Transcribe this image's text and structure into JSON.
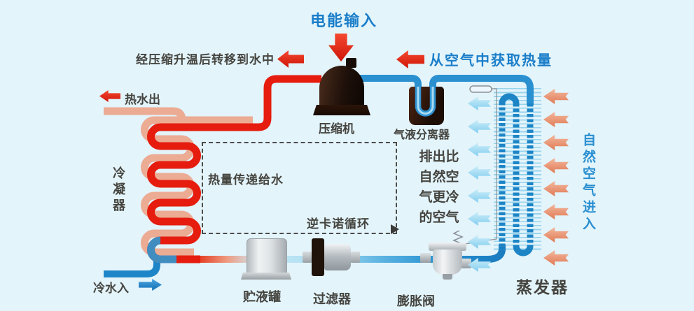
{
  "labels": {
    "electric_input": "电能输入",
    "compressed_heat_note": "经压缩升温后转移到水中",
    "heat_from_air": "从空气中获取热量",
    "hot_water_out": "热水出",
    "condenser": "冷凝器",
    "heat_to_water": "热量传递给水",
    "reverse_carnot_cycle": "逆卡诺循环",
    "compressor": "压缩机",
    "gas_liquid_separator": "气液分离器",
    "exhaust_colder_air": "排出比\n自然空\n气更冷\n的空气",
    "natural_air_in": "自然空气进入",
    "evaporator": "蒸发器",
    "cold_water_in": "冷水入",
    "liquid_receiver": "贮液罐",
    "filter": "过滤器",
    "expansion_valve": "膨胀阀"
  },
  "colors": {
    "background": "#e3f4fb",
    "accent_red": "#e51c0e",
    "accent_blue": "#1b7ec9",
    "text_dark": "#45443f",
    "pipe_salmon": "#ecab93",
    "pipe_blue": "#2a90d0",
    "pipe_light": "#a8dcf2",
    "air_warm": "#e07a55",
    "air_cold": "#82cdef"
  }
}
